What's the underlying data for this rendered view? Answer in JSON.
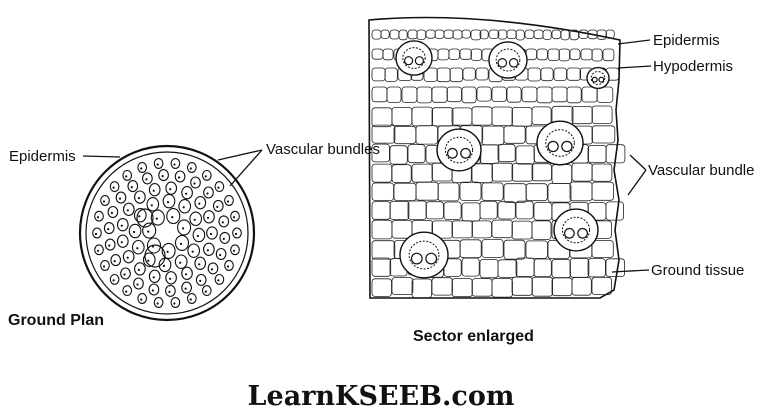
{
  "left_diagram": {
    "labels": {
      "epidermis": "Epidermis",
      "vascular_bundles": "Vascular bundles",
      "caption": "Ground Plan"
    }
  },
  "right_diagram": {
    "labels": {
      "epidermis": "Epidermis",
      "hypodermis": "Hypodermis",
      "vascular_bundle": "Vascular bundle",
      "ground_tissue": "Ground tissue",
      "caption": "Sector enlarged"
    }
  },
  "watermark": "LearnKSEEB.com",
  "colors": {
    "ink": "#111111",
    "background": "#ffffff"
  }
}
